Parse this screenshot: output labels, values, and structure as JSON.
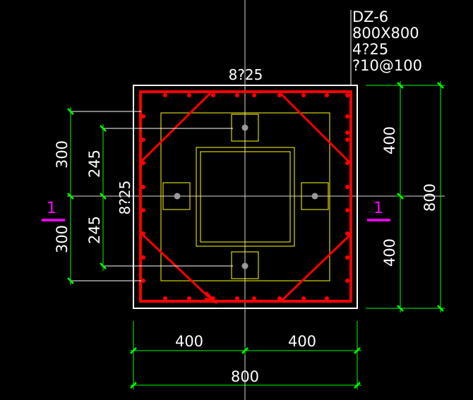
{
  "column": {
    "id": "DZ-6",
    "size": "800X800",
    "main_rebar": "4?25",
    "stirrup": "?10@100"
  },
  "rebar_top": "8?25",
  "rebar_side": "8?25",
  "section_mark": "1",
  "dims": {
    "left_outer_top": "300",
    "left_outer_bottom": "300",
    "left_inner_top": "245",
    "left_inner_bottom": "245",
    "right_top": "400",
    "right_bottom": "400",
    "right_total": "800",
    "bottom_left": "400",
    "bottom_right": "400",
    "bottom_total": "800"
  },
  "colors": {
    "rebar": "#ff0000",
    "dimension": "#00ff00",
    "outline": "#ffffff",
    "embed": "#ffff00",
    "section": "#ff00ff"
  }
}
